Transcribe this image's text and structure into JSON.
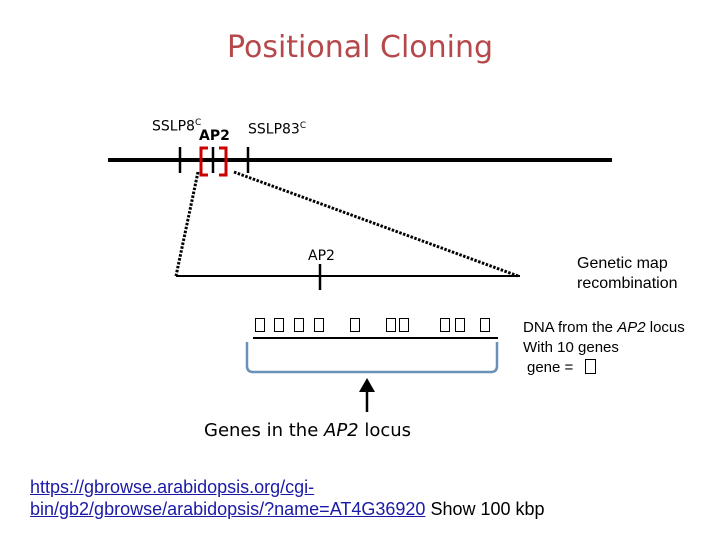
{
  "title": "Positional Cloning",
  "markers": {
    "left": {
      "name": "SSLP8",
      "sup": "C"
    },
    "right": {
      "name": "SSLP83",
      "sup": "C"
    },
    "gene_top": "AP2"
  },
  "zoom_label": "AP2",
  "genetic_map": {
    "line1": "Genetic map",
    "line2": "recombination"
  },
  "dna": {
    "line1_prefix": "DNA from the ",
    "line1_gene": "AP2",
    "line1_suffix": " locus",
    "line2": "With 10 genes",
    "legend_text": "gene ="
  },
  "genes_caption": {
    "prefix": "Genes in the ",
    "gene": "AP2",
    "suffix": " locus"
  },
  "url": {
    "line1": "https://gbrowse.arabidopsis.org/cgi-",
    "line2": "bin/gb2/gbrowse/arabidopsis/?name=AT4G36920",
    "suffix": " Show 100 kbp"
  },
  "gene_count": 10,
  "colors": {
    "title": "#b5484a",
    "bracket_red": "#cc0000",
    "brace_blue": "#6a92b8",
    "link": "#1a1aa6"
  }
}
